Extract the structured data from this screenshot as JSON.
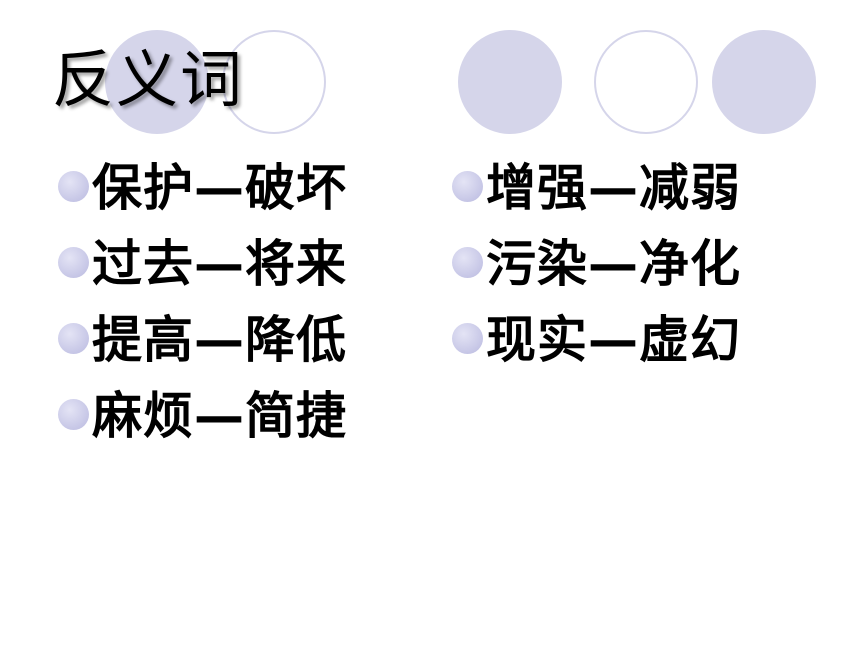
{
  "slide": {
    "title": "反义词",
    "accent_color": "#d5d5ea",
    "left_items": [
      {
        "label": "保护—破坏"
      },
      {
        "label": "过去—将来"
      },
      {
        "label": "提高—降低"
      },
      {
        "label": "麻烦—简捷"
      }
    ],
    "right_items": [
      {
        "label": "增强—减弱"
      },
      {
        "label": "污染—净化"
      },
      {
        "label": "现实—虚幻"
      }
    ]
  }
}
